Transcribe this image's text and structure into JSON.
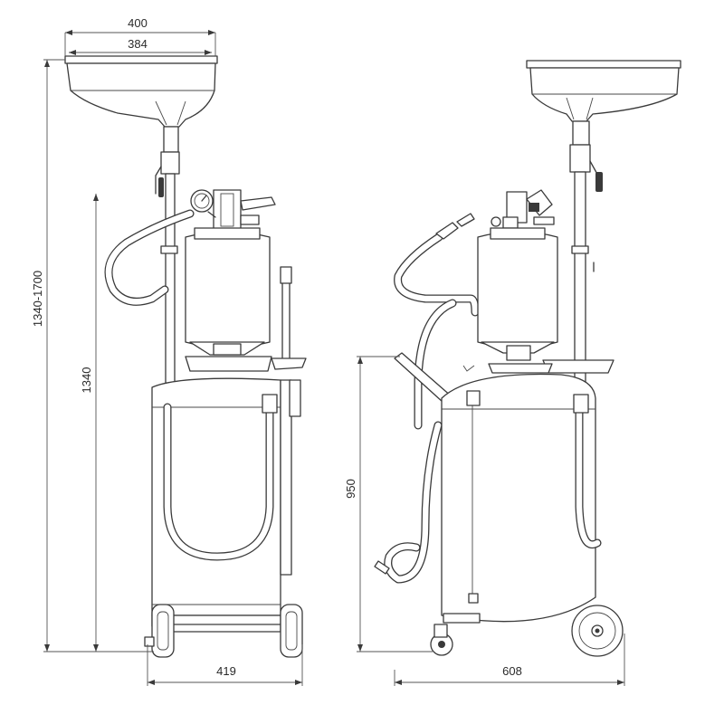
{
  "dimensions": {
    "funnel_outer_width": "400",
    "funnel_inner_width": "384",
    "total_height_range": "1340-1700",
    "base_height": "1340",
    "front_width": "419",
    "side_depth": "608",
    "drain_height": "950"
  }
}
